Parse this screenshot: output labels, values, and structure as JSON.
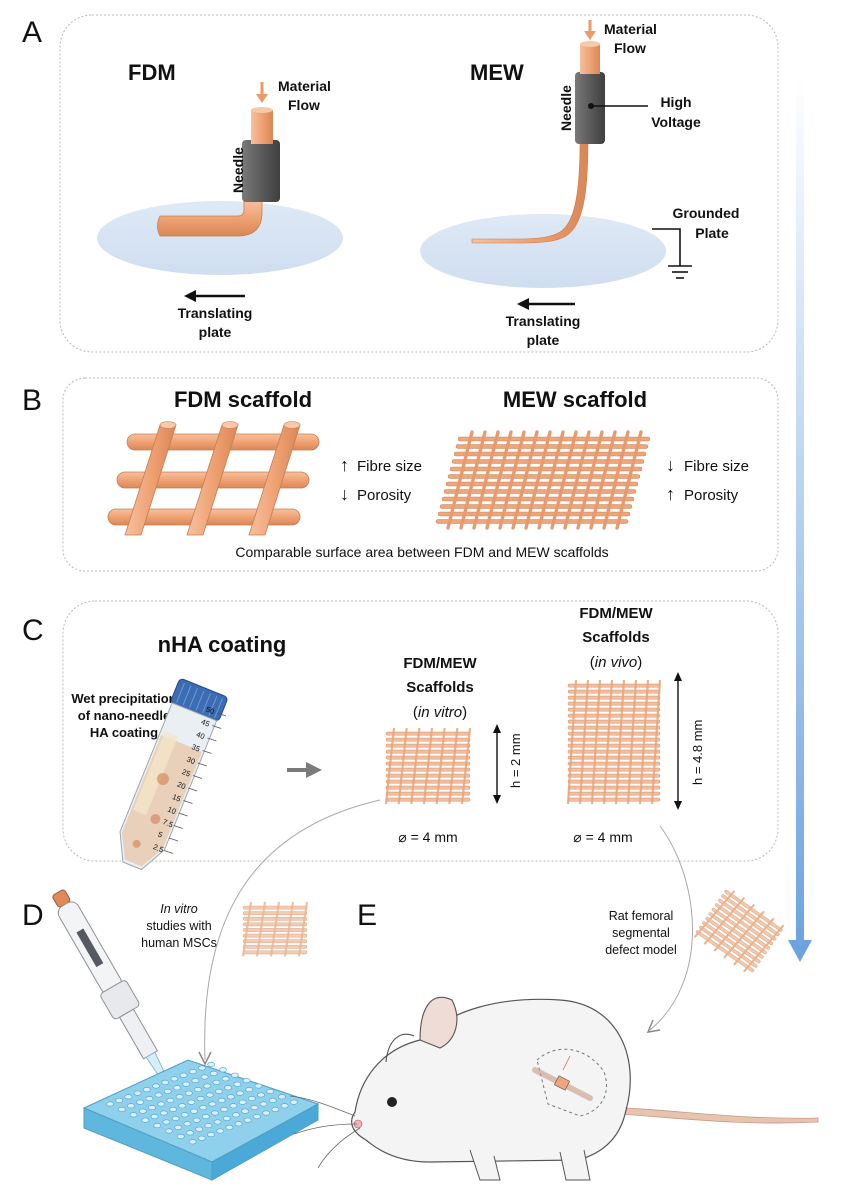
{
  "panels": {
    "A": {
      "letter": "A",
      "fdm": {
        "title": "FDM",
        "flow_line1": "Material",
        "flow_line2": "Flow",
        "needle": "Needle",
        "plate_line1": "Translating",
        "plate_line2": "plate"
      },
      "mew": {
        "title": "MEW",
        "flow_line1": "Material",
        "flow_line2": "Flow",
        "needle": "Needle",
        "hv_line1": "High",
        "hv_line2": "Voltage",
        "ground_line1": "Grounded",
        "ground_line2": "Plate",
        "plate_line1": "Translating",
        "plate_line2": "plate"
      }
    },
    "B": {
      "letter": "B",
      "fdm_title": "FDM scaffold",
      "mew_title": "MEW scaffold",
      "fdm_fibre": "Fibre size",
      "fdm_porosity": "Porosity",
      "mew_fibre": "Fibre size",
      "mew_porosity": "Porosity",
      "caption": "Comparable surface area between FDM and MEW scaffolds"
    },
    "C": {
      "letter": "C",
      "title": "nHA coating",
      "wet_line1": "Wet precipitation",
      "wet_line2": "of nano-needle",
      "wet_line3": "HA coating",
      "tube_ticks": [
        "50",
        "45",
        "40",
        "35",
        "30",
        "25",
        "20",
        "15",
        "10",
        "7.5",
        "5",
        "2.5"
      ],
      "invitro_line1": "FDM/MEW",
      "invitro_line2": "Scaffolds",
      "invitro_line3_prefix": "(",
      "invitro_line3_italic": "in vitro",
      "invitro_line3_suffix": ")",
      "invitro_height": "h = 2 mm",
      "invitro_diameter": "⌀ = 4 mm",
      "invivo_line1": "FDM/MEW",
      "invivo_line2": "Scaffolds",
      "invivo_line3_prefix": "(",
      "invivo_line3_italic": "in vivo",
      "invivo_line3_suffix": ")",
      "invivo_height": "h = 4.8 mm",
      "invivo_diameter": "⌀ = 4 mm"
    },
    "D": {
      "letter": "D",
      "line1": "In vitro",
      "line2": "studies with",
      "line3": "human MSCs"
    },
    "E": {
      "letter": "E",
      "line1": "Rat femoral",
      "line2": "segmental",
      "line3": "defect model"
    }
  },
  "colors": {
    "fibre": "#f0a67b",
    "fibre_dark": "#c97b4e",
    "needle": "#5e5e5e",
    "plate": "#dce8f5",
    "arrow_flow": "#ee9a66",
    "progress_arrow": "#8fb8e8",
    "panel_border": "#b8b8b8"
  }
}
